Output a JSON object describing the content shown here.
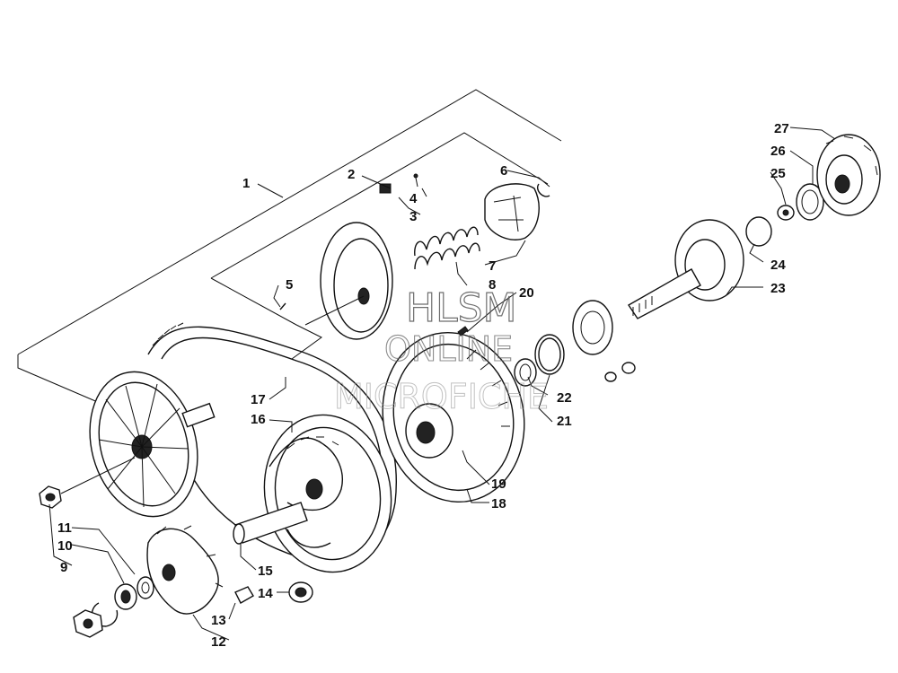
{
  "diagram": {
    "callouts": [
      {
        "id": "1",
        "text": "1"
      },
      {
        "id": "2",
        "text": "2"
      },
      {
        "id": "3",
        "text": "3"
      },
      {
        "id": "4",
        "text": "4"
      },
      {
        "id": "5",
        "text": "5"
      },
      {
        "id": "6",
        "text": "6"
      },
      {
        "id": "7",
        "text": "7"
      },
      {
        "id": "8",
        "text": "8"
      },
      {
        "id": "9",
        "text": "9"
      },
      {
        "id": "10",
        "text": "10"
      },
      {
        "id": "11",
        "text": "11"
      },
      {
        "id": "12",
        "text": "12"
      },
      {
        "id": "13",
        "text": "13"
      },
      {
        "id": "14",
        "text": "14"
      },
      {
        "id": "15",
        "text": "15"
      },
      {
        "id": "16",
        "text": "16"
      },
      {
        "id": "17",
        "text": "17"
      },
      {
        "id": "18",
        "text": "18"
      },
      {
        "id": "19",
        "text": "19"
      },
      {
        "id": "20",
        "text": "20"
      },
      {
        "id": "21",
        "text": "21"
      },
      {
        "id": "22",
        "text": "22"
      },
      {
        "id": "23",
        "text": "23"
      },
      {
        "id": "24",
        "text": "24"
      },
      {
        "id": "25",
        "text": "25"
      },
      {
        "id": "26",
        "text": "26"
      },
      {
        "id": "27",
        "text": "27"
      }
    ]
  },
  "watermark": {
    "line1": "HLSM",
    "line2": "ONLINE",
    "line3": "MICROFICHE"
  }
}
